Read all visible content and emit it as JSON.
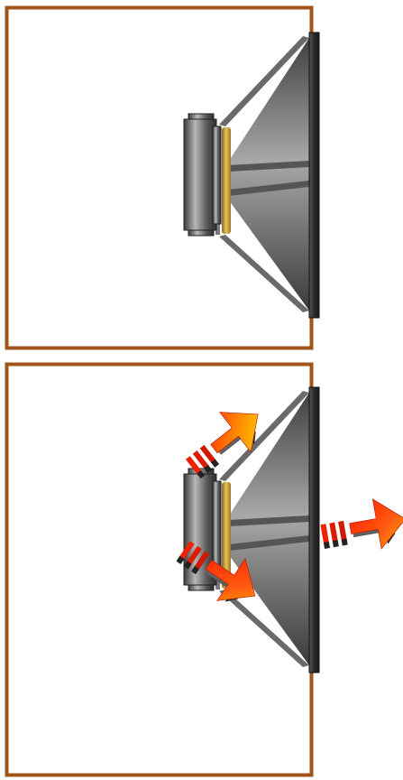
{
  "diagram": {
    "panels": [
      {
        "id": "enclosure-top",
        "arrows": []
      },
      {
        "id": "enclosure-bottom",
        "arrows": [
          "upper-inside-arrow",
          "lower-inside-arrow",
          "front-outside-arrow"
        ]
      }
    ]
  },
  "colors": {
    "enclosure_wood": "#a0541a",
    "background": "#ffffff",
    "cone_dark": "#3e3e3e",
    "cone_light": "#9a9a9a",
    "frame_line": "#5a5a5a",
    "voice_coil": "#d4a23a",
    "arrow_hot": "#ff2a00",
    "arrow_warm": "#ffd000",
    "arrow_shadow": "#3a3a3a"
  },
  "icons": {
    "speaker": "speaker-driver-icon",
    "arrow": "pressure-arrow-icon"
  }
}
